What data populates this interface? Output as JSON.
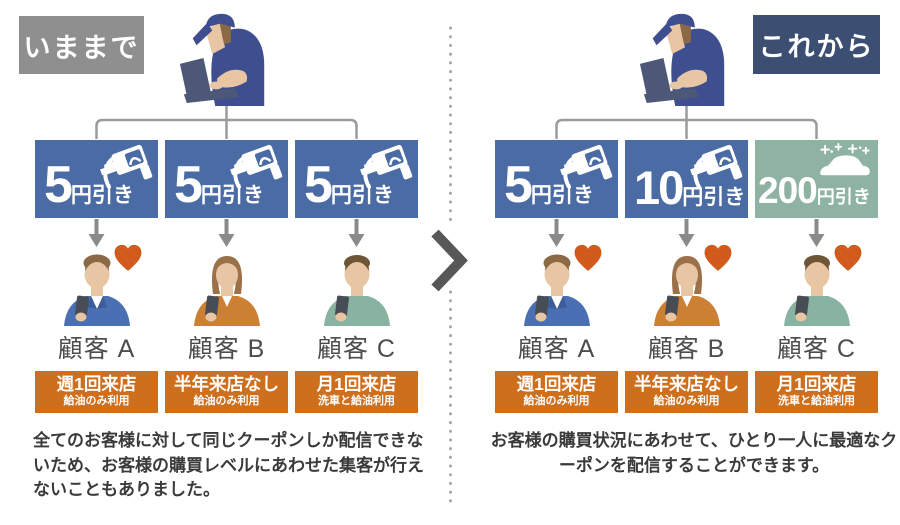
{
  "panels": [
    {
      "label": "いままで",
      "coupons": [
        {
          "amount": "5",
          "unit": "円引き",
          "icon": "fuel-nozzle"
        },
        {
          "amount": "5",
          "unit": "円引き",
          "icon": "fuel-nozzle"
        },
        {
          "amount": "5",
          "unit": "円引き",
          "icon": "fuel-nozzle"
        }
      ],
      "customers": [
        {
          "name": "顧客 A",
          "heart": true,
          "visit": "週1回来店",
          "usage": "給油のみ利用"
        },
        {
          "name": "顧客 B",
          "heart": false,
          "visit": "半年来店なし",
          "usage": "給油のみ利用"
        },
        {
          "name": "顧客 C",
          "heart": false,
          "visit": "月1回来店",
          "usage": "洗車と給油利用"
        }
      ],
      "description": "全てのお客様に対して同じクーポンしか配信できないため、お客様の購買レベルにあわせた集客が行えないこともありました。"
    },
    {
      "label": "これから",
      "coupons": [
        {
          "amount": "5",
          "unit": "円引き",
          "icon": "fuel-nozzle"
        },
        {
          "amount": "10",
          "unit": "円引き",
          "icon": "fuel-nozzle"
        },
        {
          "amount": "200",
          "unit": "円引き",
          "icon": "car-wash"
        }
      ],
      "customers": [
        {
          "name": "顧客 A",
          "heart": true,
          "visit": "週1回来店",
          "usage": "給油のみ利用"
        },
        {
          "name": "顧客 B",
          "heart": true,
          "visit": "半年来店なし",
          "usage": "給油のみ利用"
        },
        {
          "name": "顧客 C",
          "heart": true,
          "visit": "月1回来店",
          "usage": "洗車と給油利用"
        }
      ],
      "description": "お客様の購買状況にあわせて、ひとり一人に最適なクーポンを配信することができます。"
    }
  ],
  "colors": {
    "coupon_blue": "#4a6ba4",
    "coupon_green": "#8fb3a3",
    "info_orange": "#ce6f1e",
    "label_gray": "#8f8f8f",
    "label_navy": "#3d4e73",
    "heart_orange": "#d15a1d",
    "connector_gray": "#9b9b9b",
    "arrow_gray": "#8a8a8a"
  }
}
